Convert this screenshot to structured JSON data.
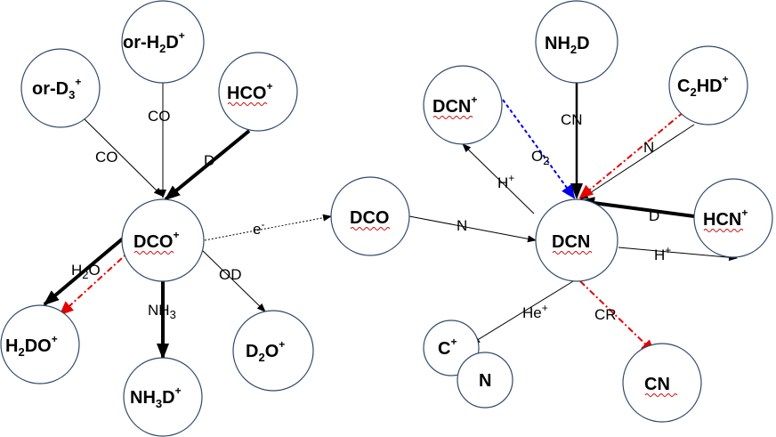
{
  "colors": {
    "red": "#e60000",
    "blue": "#0000e6",
    "black": "#000000",
    "node_stroke": "#2f4a6b"
  },
  "nodes": {
    "or_d3": {
      "label": "or-D",
      "sub": "3",
      "sup": "+"
    },
    "or_h2d": {
      "label_a": "or-H",
      "sub": "2",
      "label_b": "D",
      "sup": "+"
    },
    "hco": {
      "label": "HCO",
      "sup": "+"
    },
    "dco_ion": {
      "label": "DCO",
      "sup": "+"
    },
    "h2do": {
      "label_a": "H",
      "sub": "2",
      "label_b": "DO",
      "sup": "+"
    },
    "nh3d": {
      "label_a": "NH",
      "sub": "3",
      "label_b": "D",
      "sup": "+"
    },
    "d2o": {
      "label_a": "D",
      "sub": "2",
      "label_b": "O",
      "sup": "+"
    },
    "dco": {
      "label": "DCO"
    },
    "nh2d": {
      "label_a": "NH",
      "sub": "2",
      "label_b": "D"
    },
    "dcn_ion": {
      "label": "DCN",
      "sup": "+"
    },
    "c2hd": {
      "label_a": "C",
      "sub": "2",
      "label_b": "HD",
      "sup": "+"
    },
    "dcn": {
      "label": "DCN"
    },
    "hcn_ion": {
      "label": "HCN",
      "sup": "+"
    },
    "c_ion": {
      "label": "C",
      "sup": "+"
    },
    "n": {
      "label": "N"
    },
    "cn": {
      "label": "CN"
    }
  },
  "edges": {
    "co_left": "CO",
    "co_top": "CO",
    "d_hco": "D",
    "h2o": {
      "a": "H",
      "sub": "2",
      "b": "O"
    },
    "nh3": {
      "a": "NH",
      "sub": "3"
    },
    "od": "OD",
    "electron": {
      "a": "e",
      "sup": "-"
    },
    "n_dco": "N",
    "cn_nh2d": "CN",
    "o2": {
      "a": "O",
      "sub": "2"
    },
    "h_plus_dcn_ion": {
      "a": "H",
      "sup": "+"
    },
    "n_c2hd": "N",
    "d_hcn": "D",
    "h_plus_hcn": {
      "a": "H",
      "sup": "+"
    },
    "he_plus": {
      "a": "He",
      "sup": "+"
    },
    "cr": "CR"
  }
}
